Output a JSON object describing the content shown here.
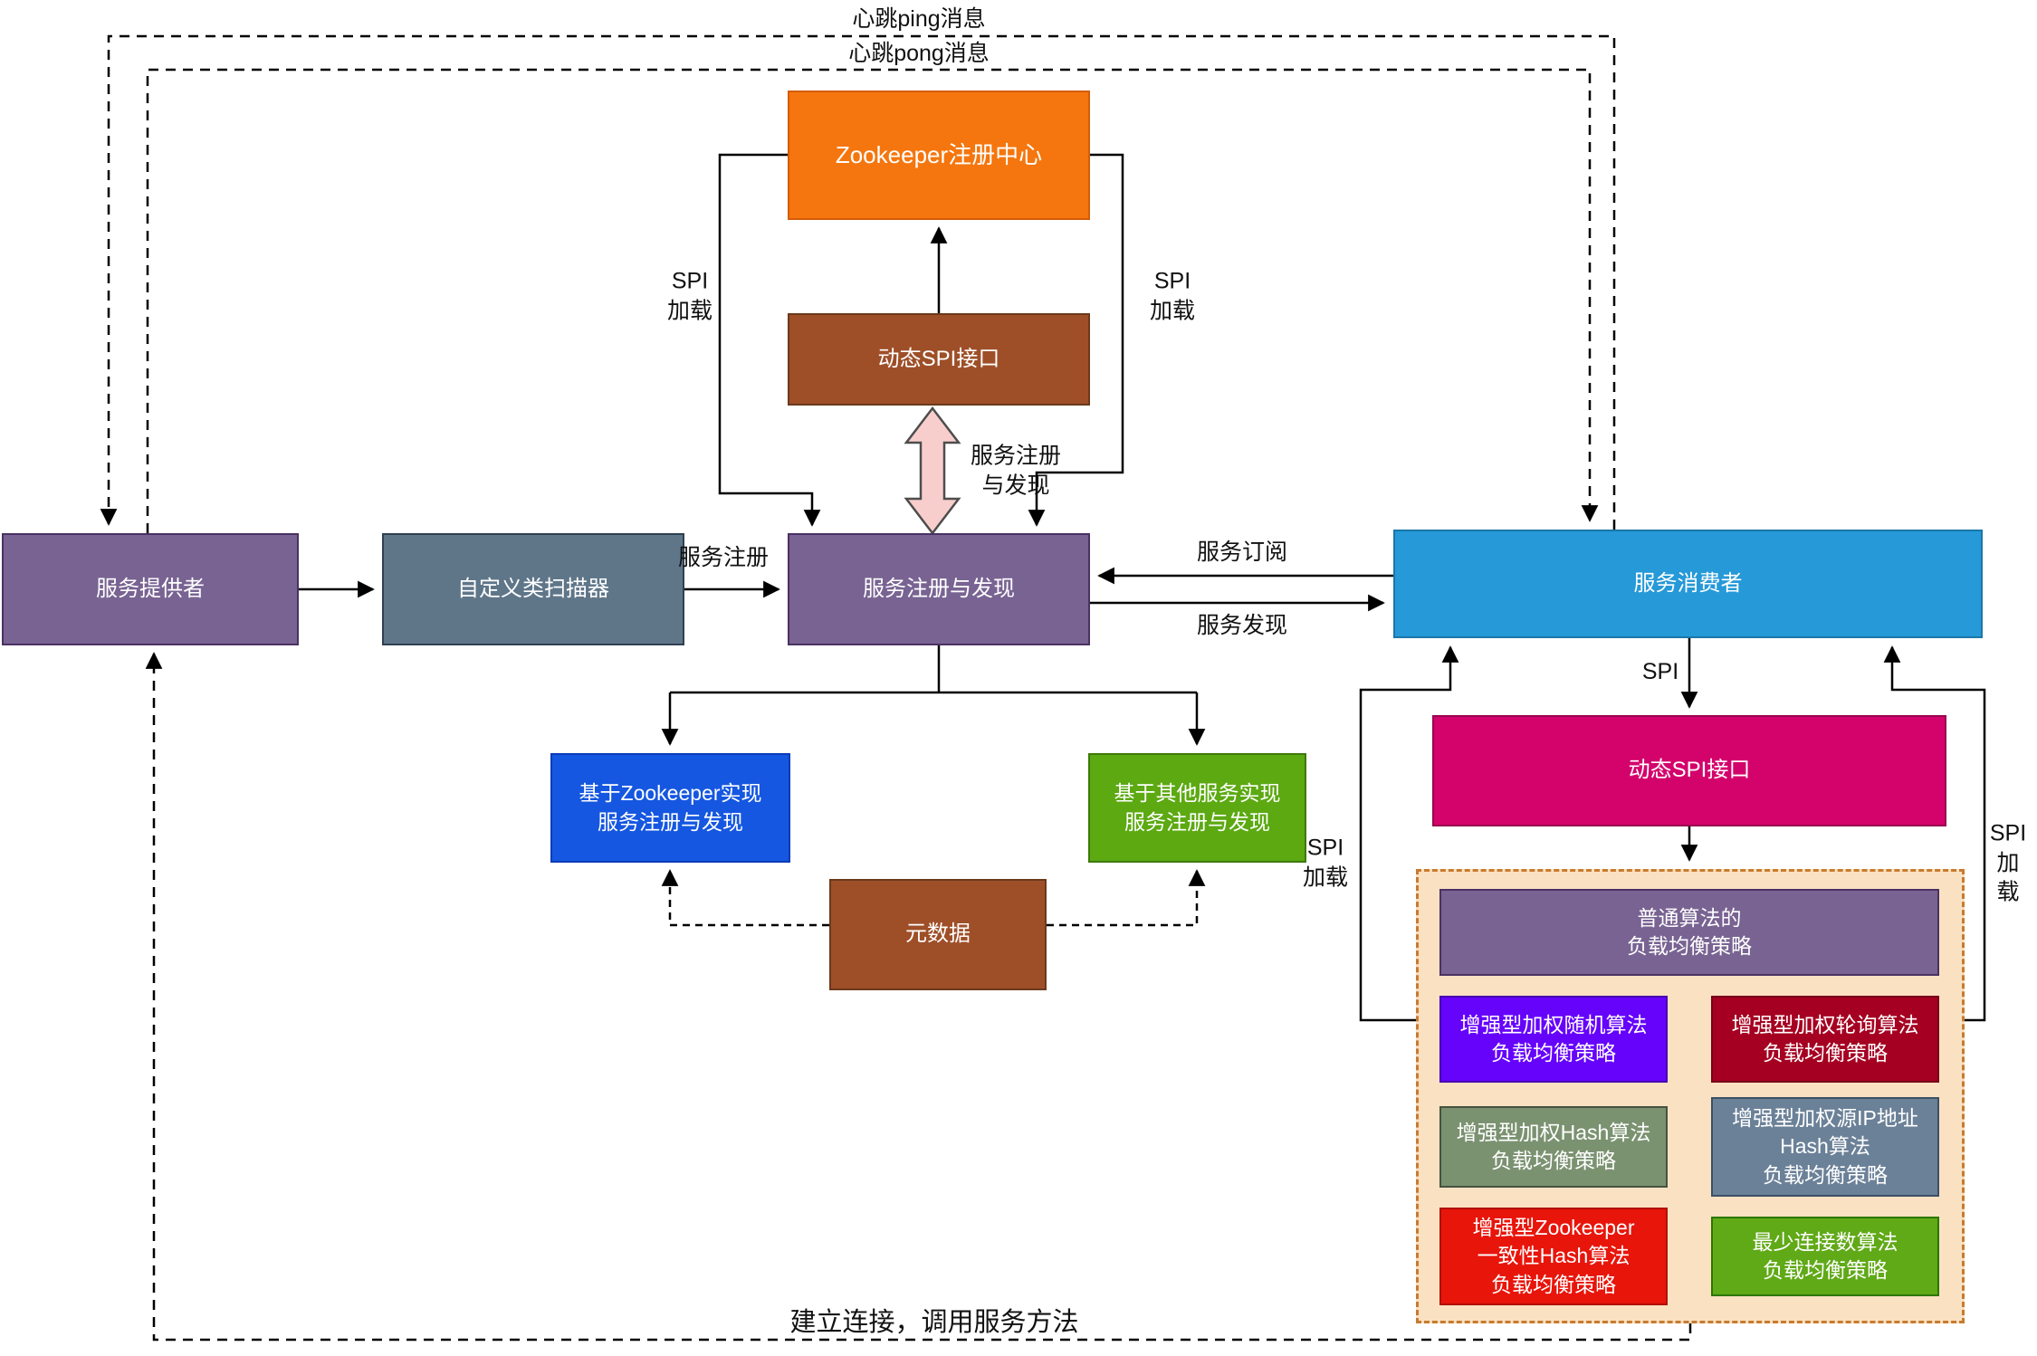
{
  "diagram": {
    "heartbeat": {
      "ping_label": "心跳ping消息",
      "pong_label": "心跳pong消息"
    },
    "nodes": {
      "zookeeper_registry": {
        "label": "Zookeeper注册中心",
        "color": "#F5760E"
      },
      "dynamic_spi_top": {
        "label": "动态SPI接口",
        "color": "#9E4F28"
      },
      "service_provider": {
        "label": "服务提供者",
        "color": "#786392"
      },
      "class_scanner": {
        "label": "自定义类扫描器",
        "color": "#5F7689"
      },
      "registry_discovery": {
        "label": "服务注册与发现",
        "color": "#786392"
      },
      "service_consumer": {
        "label": "服务消费者",
        "color": "#2699D8"
      },
      "zookeeper_impl": {
        "label": "基于Zookeeper实现\n服务注册与发现",
        "color": "#1557E0"
      },
      "other_service_impl": {
        "label": "基于其他服务实现\n服务注册与发现",
        "color": "#5CA912"
      },
      "metadata": {
        "label": "元数据",
        "color": "#9E4F28"
      },
      "dynamic_spi_right": {
        "label": "动态SPI接口",
        "color": "#D4036C"
      },
      "strategy_container": {
        "color": "#FAE1C2"
      },
      "common_strategy": {
        "label": "普通算法的\n负载均衡策略",
        "color": "#786392"
      },
      "weighted_random": {
        "label": "增强型加权随机算法\n负载均衡策略",
        "color": "#6603FB"
      },
      "weighted_round_robin": {
        "label": "增强型加权轮询算法\n负载均衡策略",
        "color": "#A50021"
      },
      "weighted_hash": {
        "label": "增强型加权Hash算法\n负载均衡策略",
        "color": "#7B9271"
      },
      "source_ip_hash": {
        "label": "增强型加权源IP地址\nHash算法\n负载均衡策略",
        "color": "#6B8198"
      },
      "zk_consistent_hash": {
        "label": "增强型Zookeeper\n一致性Hash算法\n负载均衡策略",
        "color": "#E8150B"
      },
      "least_connections": {
        "label": "最少连接数算法\n负载均衡策略",
        "color": "#60A917"
      }
    },
    "edge_labels": {
      "spi_load_left_top": "SPI\n加载",
      "spi_load_right_top": "SPI\n加载",
      "registry_discovery_arrow": "服务注册\n与发现",
      "service_register": "服务注册",
      "service_subscribe": "服务订阅",
      "service_discover": "服务发现",
      "spi": "SPI",
      "spi_load_left_bottom": "SPI\n加载",
      "spi_load_right_bottom": "SPI\n加载",
      "establish_connection": "建立连接，调用服务方法"
    },
    "arrow_colors": {
      "line": "#000000",
      "pink_arrow_fill": "#F8CECC",
      "pink_arrow_stroke": "#4D4D4D"
    }
  }
}
